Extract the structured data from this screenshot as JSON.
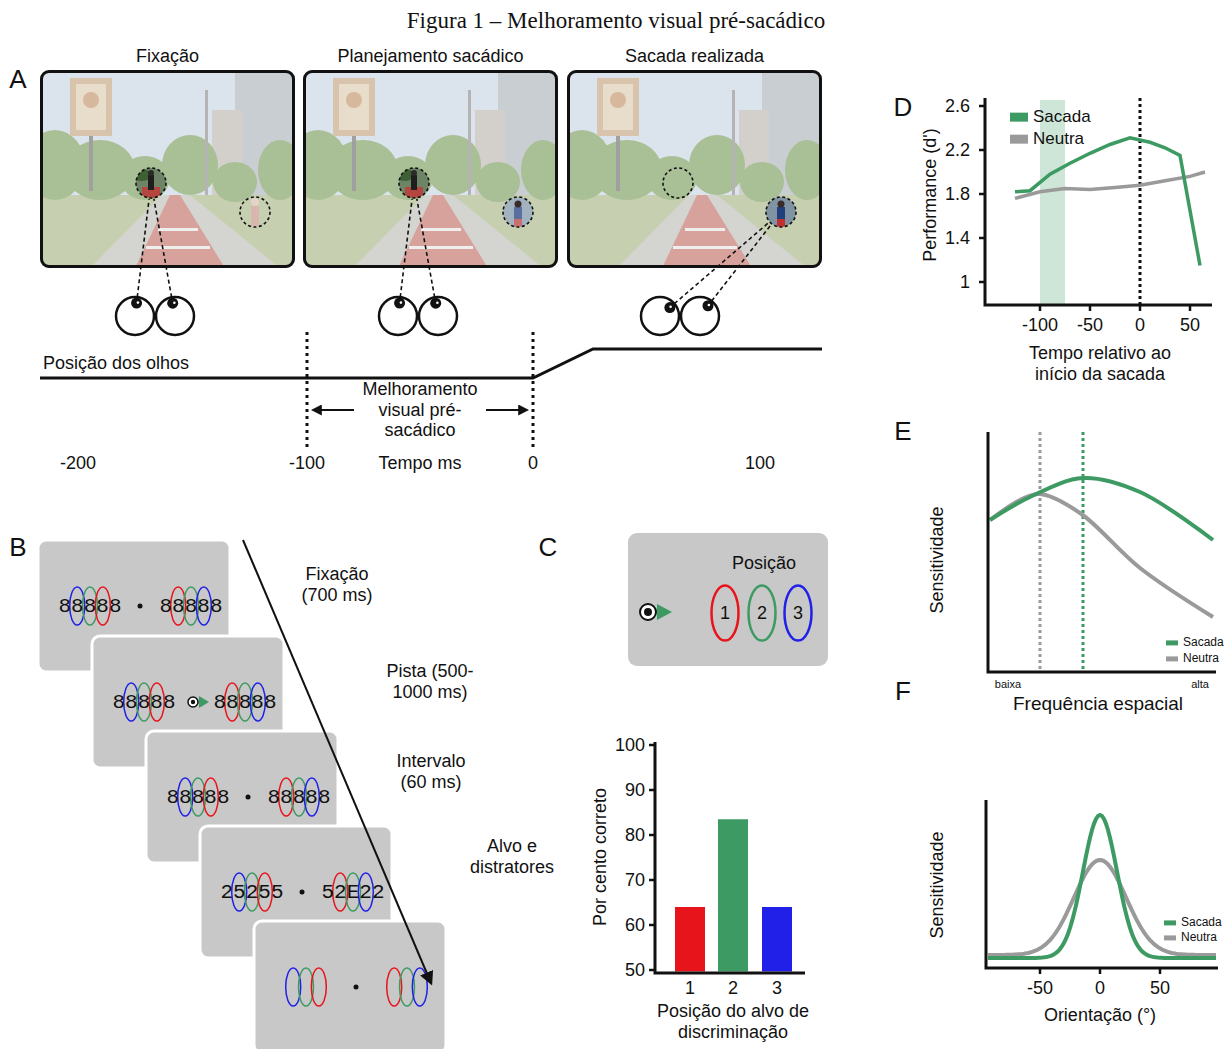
{
  "diagram": {
    "title": "Figura 1 – Melhoramento visual pré-sacádico",
    "nodes": [
      {
        "text": [
          "Fixação"
        ]
      },
      {
        "text": [
          "Planejamento sacádico"
        ]
      },
      {
        "text": [
          "Sacada realizada"
        ]
      },
      {
        "text": [
          "88888",
          "88888"
        ]
      },
      {
        "text": [
          "88888",
          "88888"
        ]
      },
      {
        "text": [
          "88888",
          "88888"
        ]
      },
      {
        "text": [
          "25255",
          "52E22"
        ]
      },
      {
        "text": [
          "Posição"
        ]
      },
      {
        "text": [
          "1"
        ],
        "in": 7
      },
      {
        "text": [
          "2"
        ],
        "in": 7
      },
      {
        "text": [
          "3"
        ],
        "in": 7
      }
    ],
    "labels": [
      "A",
      "Posição dos olhos",
      "Melhoramento visual pré-sacádico",
      "-200",
      "-100",
      "Tempo ms",
      "0",
      "100",
      "B",
      "Fixação (700 ms)",
      "Pista (500-1000 ms)",
      "Intervalo (60 ms)",
      "Alvo e distratores",
      "C",
      "100",
      "90",
      "80",
      "70",
      "60",
      "50",
      "Por cento correto",
      "1",
      "2",
      "3",
      "Posição do alvo de discriminação",
      "D",
      "2.6",
      "2.2",
      "1.8",
      "1.4",
      "1",
      "Performance (d')",
      "-100",
      "-50",
      "0",
      "50",
      "Tempo relativo ao início da sacada",
      "E",
      "Sensitividade",
      "baixa",
      "alta",
      "Frequência espacial",
      "F",
      "Sensitividade",
      "-50",
      "0",
      "50",
      "Orientação (°)"
    ],
    "legend": [
      {
        "text": "Sacada",
        "color": "#3d9a62"
      },
      {
        "text": "Neutra",
        "color": "#9a9a9a"
      },
      {
        "text": "Sacada",
        "color": "#3d9a62"
      },
      {
        "text": "Neutra",
        "color": "#9a9a9a"
      },
      {
        "text": "Sacada",
        "color": "#3d9a62"
      },
      {
        "text": "Neutra",
        "color": "#9a9a9a"
      }
    ]
  }
}
